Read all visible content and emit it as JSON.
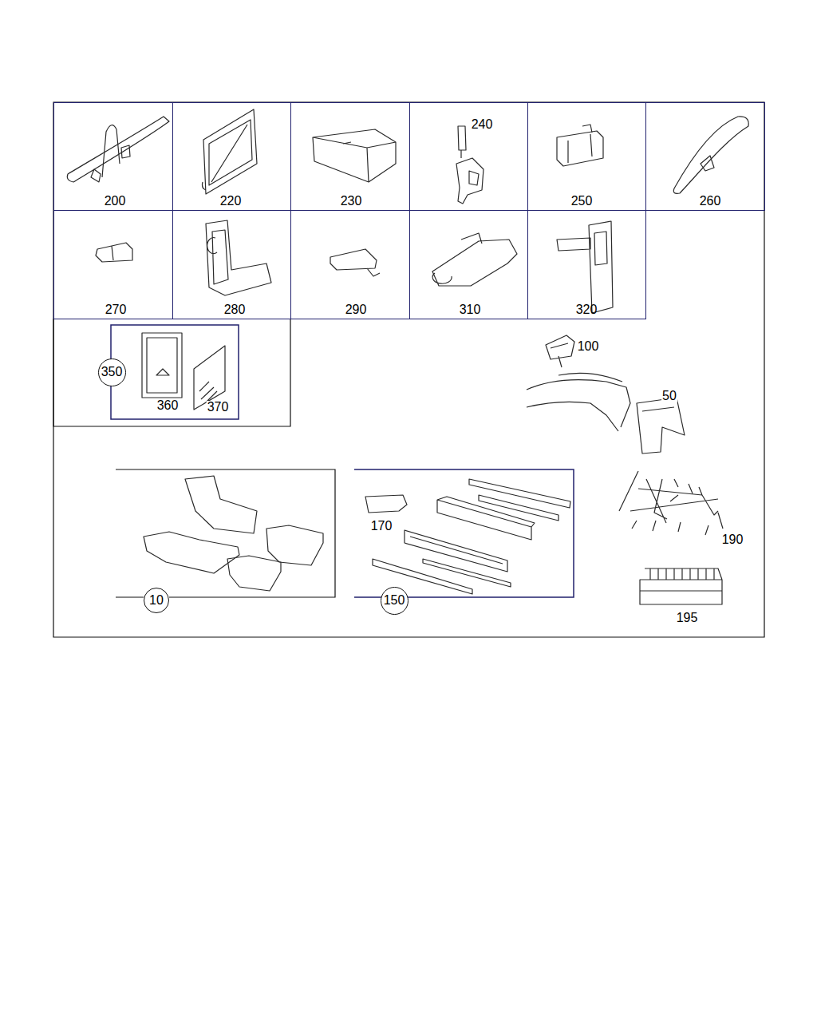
{
  "diagram": {
    "nodes": [
      {
        "text": [
          "200"
        ]
      },
      {
        "text": [
          "220"
        ]
      },
      {
        "text": [
          "230"
        ]
      },
      {
        "text": [
          "240"
        ]
      },
      {
        "text": [
          "250"
        ]
      },
      {
        "text": [
          "260"
        ]
      },
      {
        "text": [
          "270"
        ]
      },
      {
        "text": [
          "280"
        ]
      },
      {
        "text": [
          "290"
        ]
      },
      {
        "text": [
          "310"
        ]
      },
      {
        "text": [
          "320"
        ]
      },
      {
        "text": [
          "350"
        ]
      },
      {
        "text": [
          "10"
        ]
      },
      {
        "text": [
          "150"
        ]
      }
    ],
    "labels": [
      "360",
      "370",
      "100",
      "50",
      "190",
      "195",
      "170"
    ]
  }
}
